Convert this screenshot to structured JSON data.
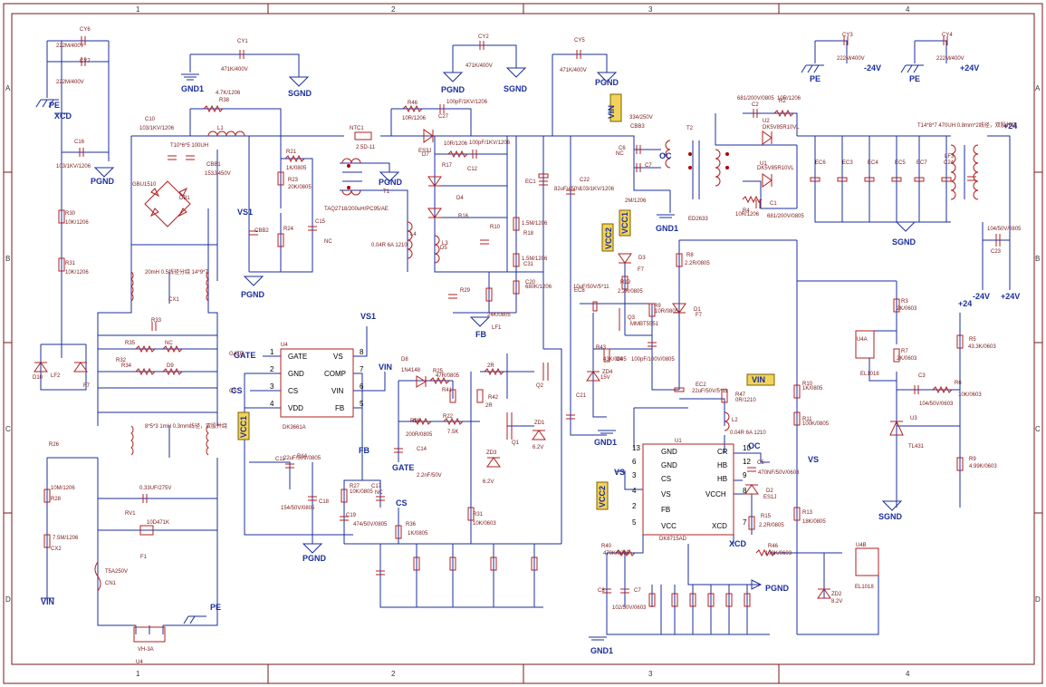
{
  "zones": {
    "cols": [
      "1",
      "2",
      "3",
      "4"
    ],
    "rows": [
      "A",
      "B",
      "C",
      "D"
    ]
  },
  "colors": {
    "wire": "#1b2f9c",
    "body": "#b02020",
    "label": "#7a1818",
    "net_flag": "#f2d25a"
  },
  "ics": {
    "u4": {
      "ref": "U4",
      "part": "DK3661A",
      "pins_left": [
        "GATE",
        "GND",
        "CS",
        "VDD"
      ],
      "pins_right": [
        "VS",
        "COMP",
        "VIN",
        "FB"
      ],
      "nums_left": [
        "1",
        "2",
        "3",
        "4"
      ],
      "nums_right": [
        "8",
        "7",
        "6",
        "5"
      ]
    },
    "u1": {
      "ref": "U1",
      "part": "DK8715AD",
      "pins_left": [
        "GND",
        "GND",
        "CS",
        "VS",
        "FB",
        "VCC"
      ],
      "pins_right": [
        "CR",
        "HB",
        "HB",
        "VCCH",
        "",
        "XCD"
      ],
      "nums_left": [
        "13",
        "6",
        "3",
        "4",
        "2",
        "5"
      ],
      "nums_right": [
        "10",
        "12",
        "9",
        "8",
        "",
        "7"
      ]
    }
  },
  "nets": {
    "gnd1": "GND1",
    "sgnd": "SGND",
    "pgnd": "PGND",
    "pe": "PE",
    "xcd": "XCD",
    "vs1": "VS1",
    "vin": "VIN",
    "vcc1": "VCC1",
    "vcc2": "VCC2",
    "oc": "OC",
    "fb": "FB",
    "cs": "CS",
    "gate": "GATE",
    "vs": "VS",
    "p24": "+24",
    "n24": "-24V",
    "p24v": "+24V",
    "n24b": "-24V",
    "p24c": "+24V"
  },
  "labels": [
    "CY6",
    "222M/400V",
    "CY7",
    "222M/400V",
    "C10",
    "103/1KV/1206",
    "C16",
    "103/1KV/1206",
    "R30",
    "10K/1206",
    "R31",
    "10K/1206",
    "GBU1510",
    "DB1",
    "4.7K/1206",
    "R38",
    "L1",
    "T10*6*5 100UH",
    "CBB1",
    "153J/450V",
    "CY1",
    "471K/400V",
    "NTC1",
    "2.5D-11",
    "R46",
    "10R/1206",
    "C27",
    "100pF/1KV/1206",
    "D7",
    "ES3J",
    "10R/1206",
    "R17",
    "C12",
    "100pF/1KV/1206",
    "CY2",
    "471K/400V",
    "CY5",
    "471K/400V",
    "334/250V",
    "CBB3",
    "C6",
    "NC",
    "C7",
    "2M/1206",
    "T2",
    "ED2633",
    "R21",
    "1K/0805",
    "R23",
    "20K/0805",
    "T1",
    "TAQ2718/200uH/PC95/AE",
    "C15",
    "NC",
    "R24",
    "CBB2",
    "EC1",
    "82uF/450V",
    "C22",
    "103/1KV/1206",
    "L4",
    "0.04R 6A 1210",
    "L3",
    "D5",
    "D4",
    "R16",
    "1.5M/1206",
    "R18",
    "1.5M/1206",
    "C31",
    "R10",
    "680K/1206",
    "C20",
    "R29",
    "24K/0805",
    "LF1",
    "20mH  0.5线径分绕  14*9*7",
    "CX1",
    "R33",
    "R35",
    "NC",
    "R32",
    "R34",
    "D9",
    "D10",
    "F7",
    "LF2",
    "8*5*3 1mH 0.3mm线径，双股并绕",
    "R26",
    "10M/1206",
    "R28",
    "7.5M/1206",
    "CX2",
    "0.33UF/275V",
    "RV1",
    "10D471K",
    "F1",
    "T5A250V",
    "CN1",
    "VH-3A",
    "U4",
    "C11",
    "22uF/50V/0805",
    "R14",
    "C18",
    "154/50V/0805",
    "R27",
    "10K/0805",
    "C17",
    "NC",
    "C19",
    "474/50V/0805",
    "R36",
    "1K/0805",
    "D8",
    "1N4148",
    "R25",
    "47R/0805",
    "R41",
    "2R",
    "R42",
    "2R",
    "R26",
    "200R/0805",
    "R22",
    "7.5K",
    "C14",
    "2.2nF/50V",
    "ZD3",
    "6.2V",
    "Q2",
    "Q1",
    "ZD1",
    "6.2V",
    "R31",
    "10K/0603",
    "C21",
    "EC8",
    "10uF/50V/5*11",
    "D3",
    "F7",
    "R19",
    "2.2R/0805",
    "Q3",
    "MMBT5551",
    "R43",
    "43K/0805",
    "ZD4",
    "15V",
    "C4",
    "100pF/100V/0805",
    "R8",
    "2.2R/0805",
    "R9",
    "10R/0805",
    "D1",
    "F7",
    "EC2",
    "22uF/50V/5*11",
    "R47",
    "0R/1210",
    "L2",
    "0.04R 6A 1210",
    "C5",
    "470NF/50V/0603",
    "D2",
    "ES1J",
    "R15",
    "2.2R/0805",
    "R40",
    "470K/0805",
    "R46",
    "100K/0603",
    "C8",
    "C7",
    "102/50V/0603",
    "C2",
    "681/200V/0805",
    "R2",
    "10R/1206",
    "U2",
    "DK5V85R10VL",
    "U1",
    "DK5V85R10VL",
    "R4",
    "10R/1206",
    "C1",
    "681/200V/0805",
    "T14*8*7  470UH  0.8mm*2线径，双股并绕",
    "EC6",
    "EC3",
    "EC4",
    "EC5",
    "EC7",
    "C24",
    "LF3",
    "C23",
    "104/50V/0805",
    "CY3",
    "222M/400V",
    "CY4",
    "222M/400V",
    "R3",
    "2K/0603",
    "R7",
    "2K/0603",
    "U4A",
    "EL1018",
    "C3",
    "104/50V/0603",
    "R6",
    "10K/0603",
    "R5",
    "43.3K/0603",
    "R9",
    "4.99K/0603",
    "U3",
    "TL431",
    "R10",
    "1K/0805",
    "R11",
    "100K/0805",
    "R13",
    "18K/0805",
    "U4B",
    "EL1018",
    "ZD2",
    "8.2V",
    "GATE",
    "CS"
  ]
}
